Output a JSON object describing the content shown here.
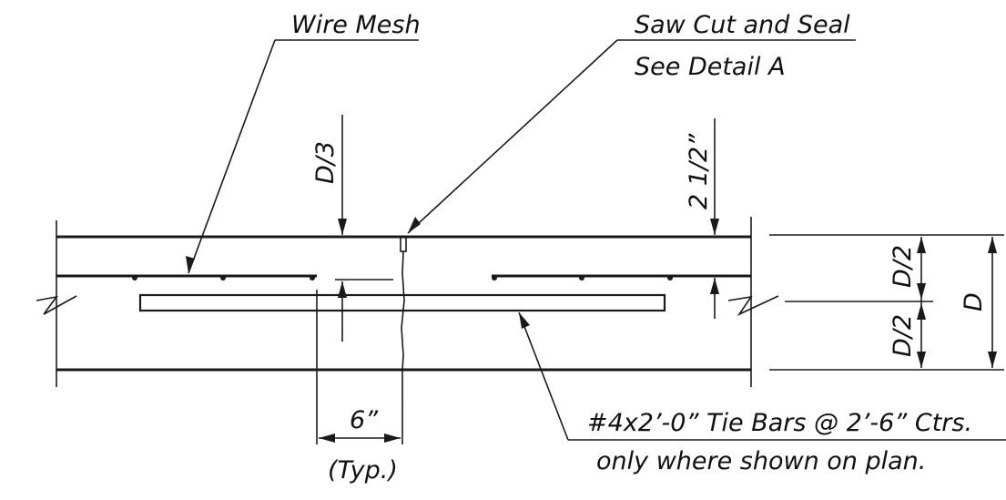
{
  "labels": {
    "wire_mesh": "Wire Mesh",
    "saw_cut_line1": "Saw Cut and Seal",
    "saw_cut_line2": "See Detail A",
    "tie_bars_line1": "#4x2’-0” Tie Bars @ 2’-6” Ctrs.",
    "tie_bars_line2": "only where shown on plan."
  },
  "dimensions": {
    "d_third": "D/3",
    "two_half": "2 1/2”",
    "d_half_upper": "D/2",
    "d_half_lower": "D/2",
    "d_total": "D",
    "six_inch": "6”",
    "typ": "(Typ.)"
  }
}
